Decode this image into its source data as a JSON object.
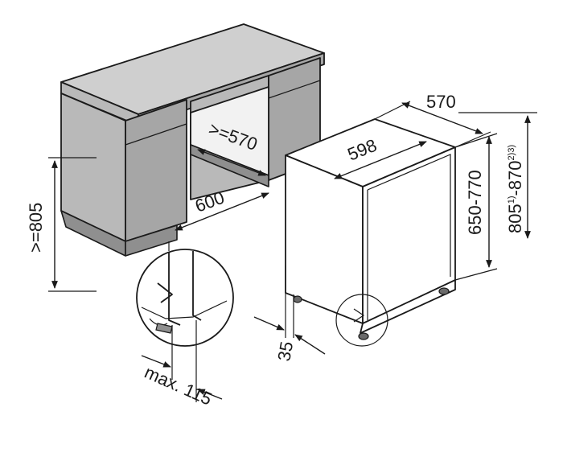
{
  "dimensions": {
    "niche_height": ">=805",
    "niche_width": "600",
    "niche_depth": ">=570",
    "appliance_width": "598",
    "appliance_depth": "570",
    "appliance_height": "650-770",
    "total_height_main": "805",
    "total_height_sup1": "1)",
    "total_height_mid": "-870",
    "total_height_sup2": "2)3)",
    "plinth_setback": "35",
    "door_overhang": "max. 115"
  }
}
